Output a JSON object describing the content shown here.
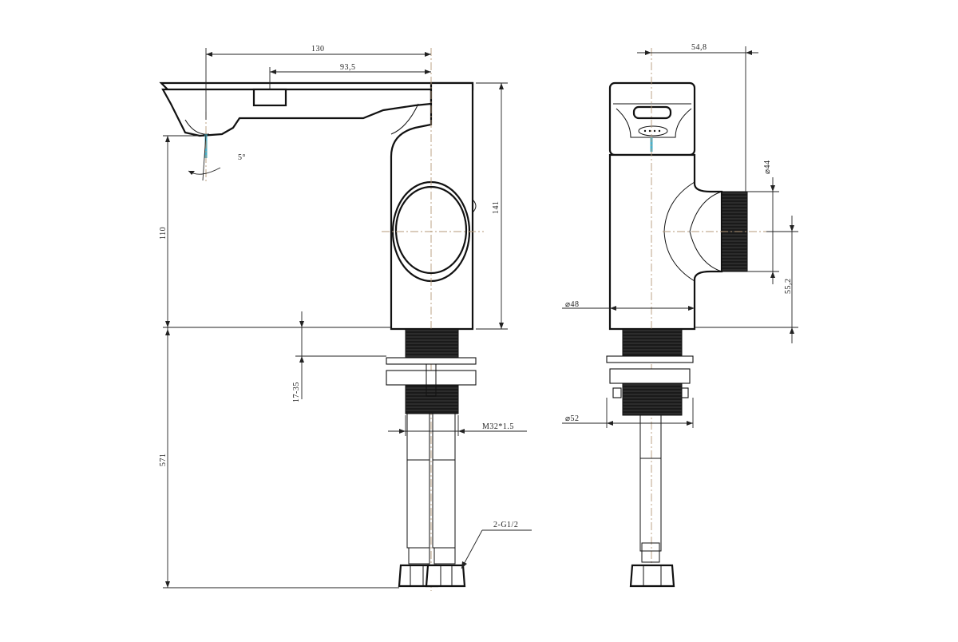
{
  "drawing": {
    "left_view": {
      "dims": {
        "spout_reach": "130",
        "handle_offset": "93,5",
        "body_height": "141",
        "outlet_height": "110",
        "tilt_angle": "5°",
        "deck_thickness": "17-35",
        "shank_thread": "M32*1.5",
        "hose_length": "571",
        "hose_connection": "2-G1/2"
      }
    },
    "right_view": {
      "dims": {
        "handle_projection": "54,8",
        "handle_diameter": "⌀44",
        "handle_axis_height": "55,2",
        "body_diameter": "⌀48",
        "flange_diameter": "⌀52"
      }
    },
    "colors": {
      "outline": "#111111",
      "centerline": "#b59a7a",
      "water_flow": "#4ab0c9",
      "thread_fill": "#2b2b2b"
    }
  }
}
